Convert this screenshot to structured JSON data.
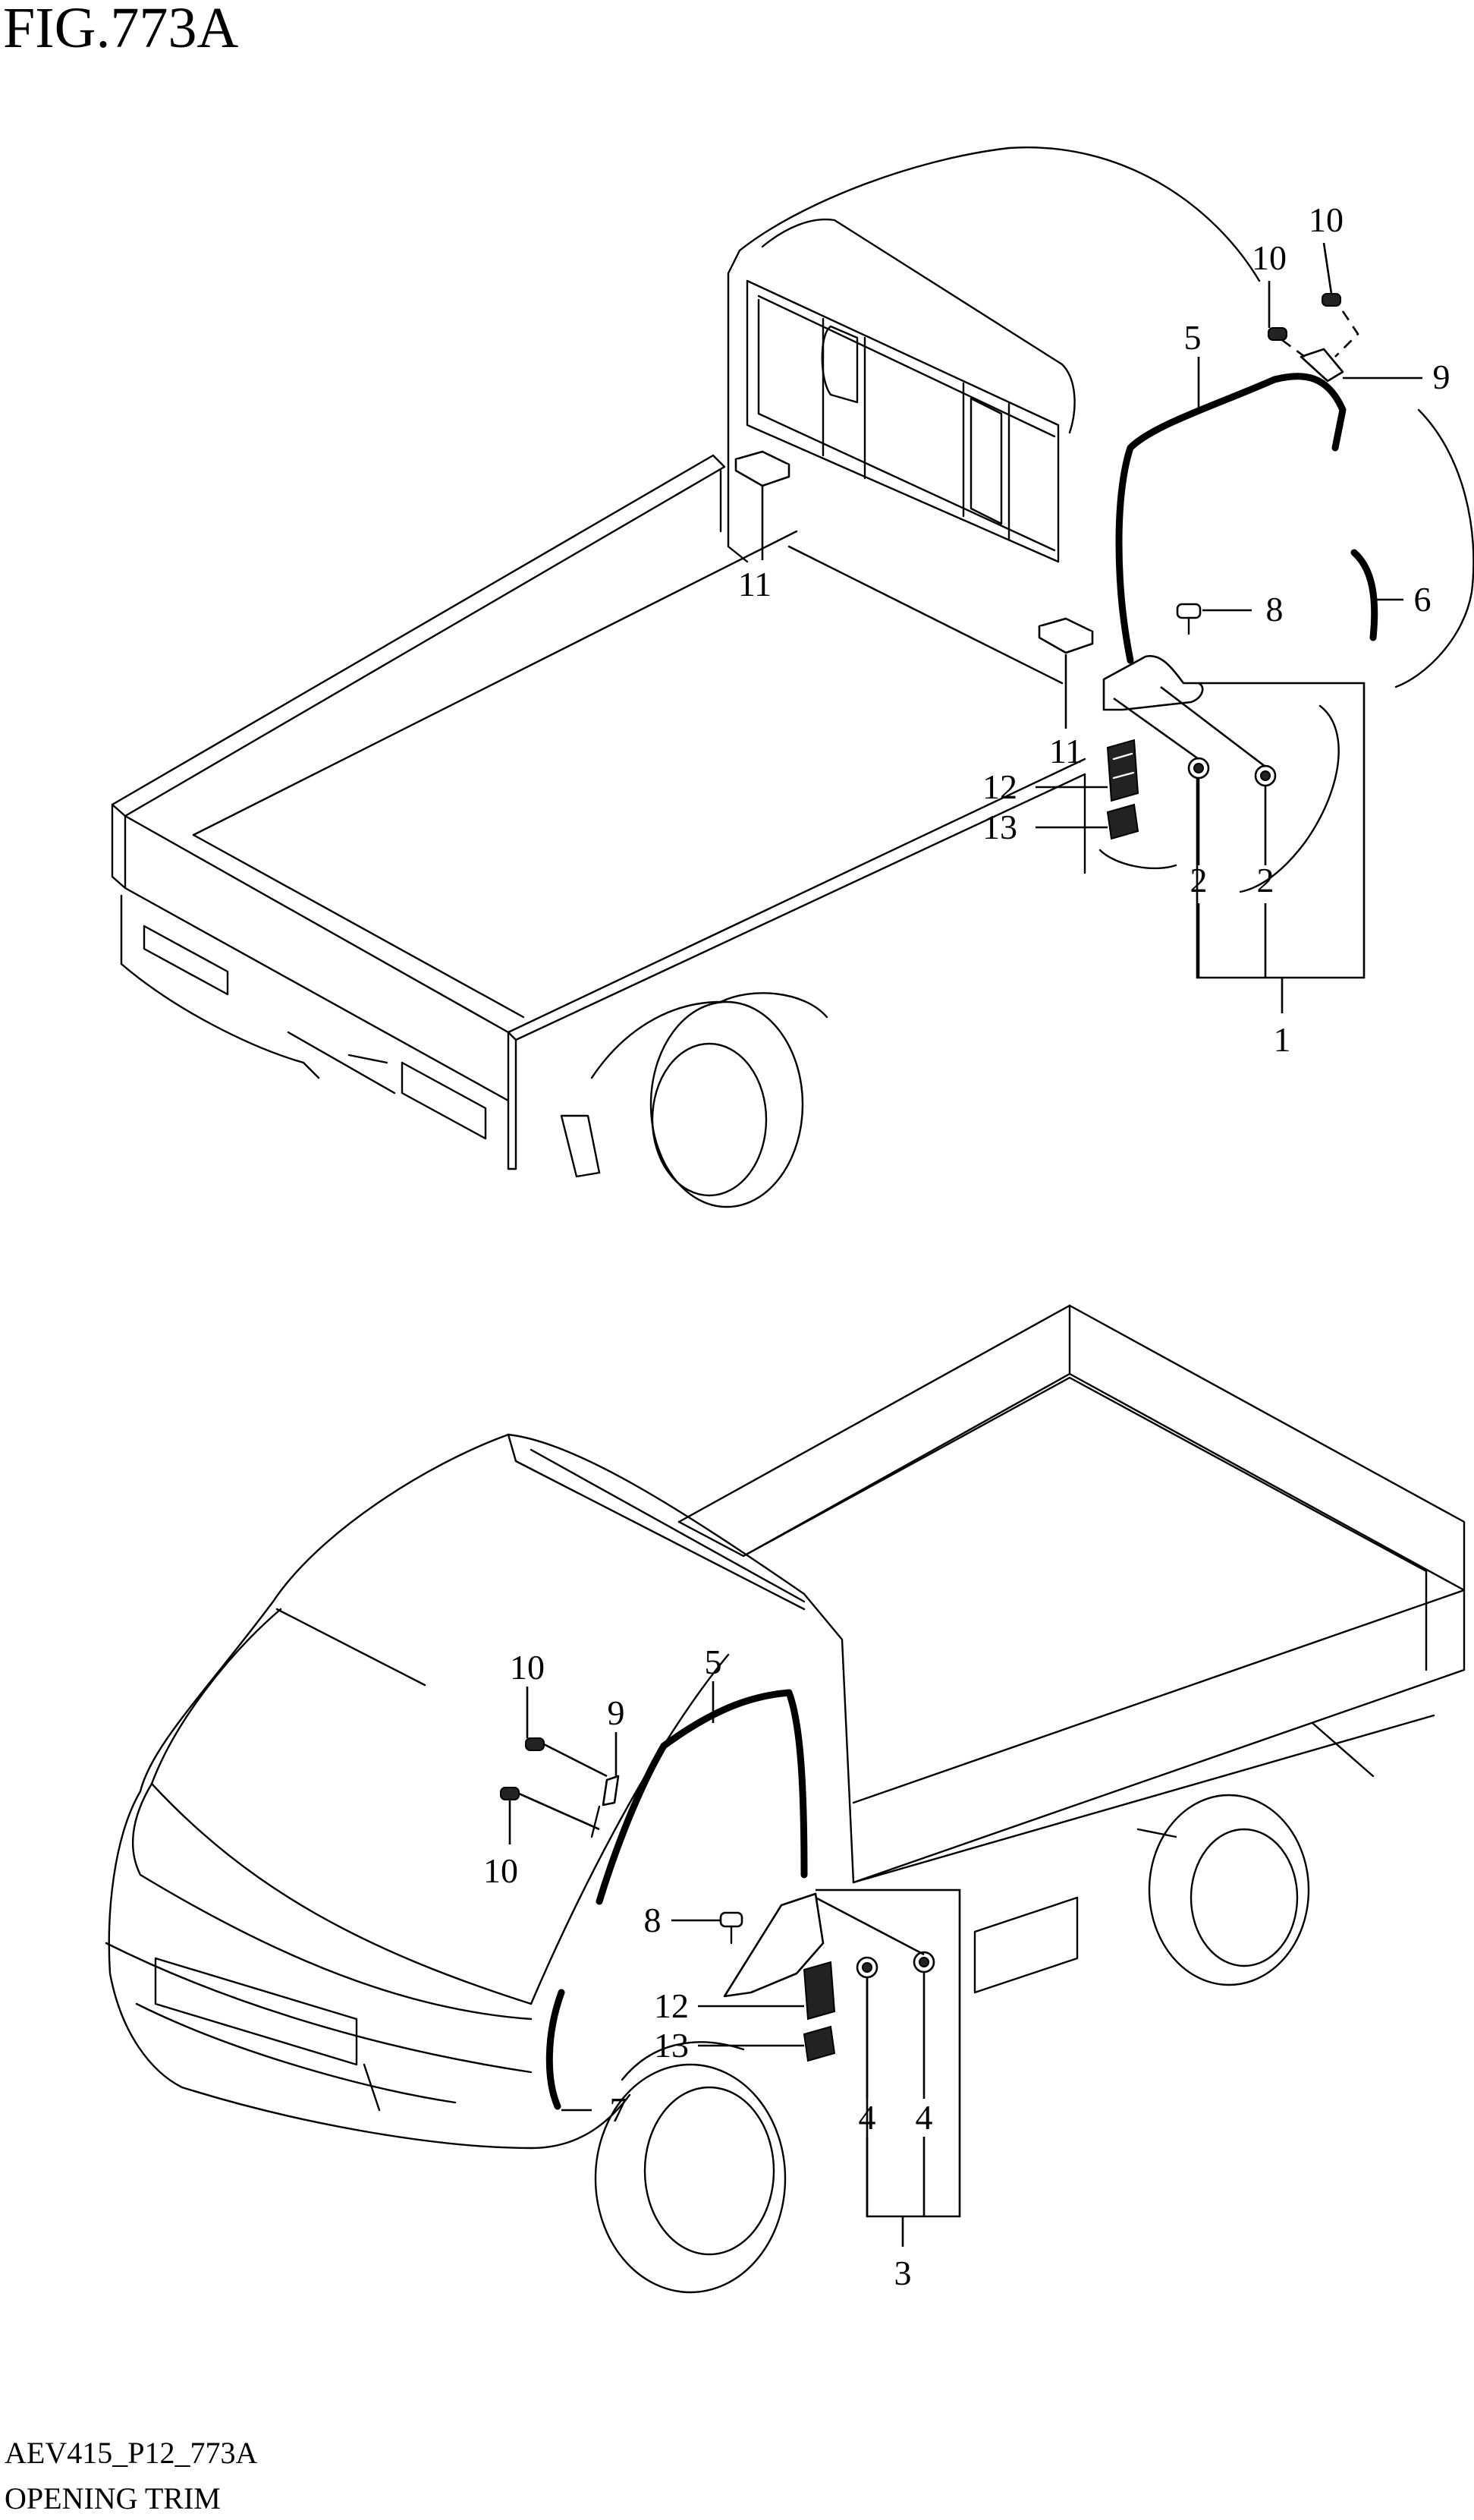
{
  "figure_title": "FIG.773A",
  "footer": {
    "code": "AEV415_P12_773A",
    "caption": "OPENING TRIM"
  },
  "upper_view": {
    "callouts": [
      {
        "id": "c1",
        "num": "1"
      },
      {
        "id": "c2a",
        "num": "2"
      },
      {
        "id": "c2b",
        "num": "2"
      },
      {
        "id": "c5",
        "num": "5"
      },
      {
        "id": "c6",
        "num": "6"
      },
      {
        "id": "c8",
        "num": "8"
      },
      {
        "id": "c9",
        "num": "9"
      },
      {
        "id": "c10a",
        "num": "10"
      },
      {
        "id": "c10b",
        "num": "10"
      },
      {
        "id": "c11a",
        "num": "11"
      },
      {
        "id": "c11b",
        "num": "11"
      },
      {
        "id": "c12",
        "num": "12"
      },
      {
        "id": "c13",
        "num": "13"
      }
    ]
  },
  "lower_view": {
    "callouts": [
      {
        "id": "c3",
        "num": "3"
      },
      {
        "id": "c4a",
        "num": "4"
      },
      {
        "id": "c4b",
        "num": "4"
      },
      {
        "id": "c5",
        "num": "5"
      },
      {
        "id": "c7",
        "num": "7"
      },
      {
        "id": "c8",
        "num": "8"
      },
      {
        "id": "c9",
        "num": "9"
      },
      {
        "id": "c10a",
        "num": "10"
      },
      {
        "id": "c10b",
        "num": "10"
      },
      {
        "id": "c12",
        "num": "12"
      },
      {
        "id": "c13",
        "num": "13"
      }
    ]
  }
}
